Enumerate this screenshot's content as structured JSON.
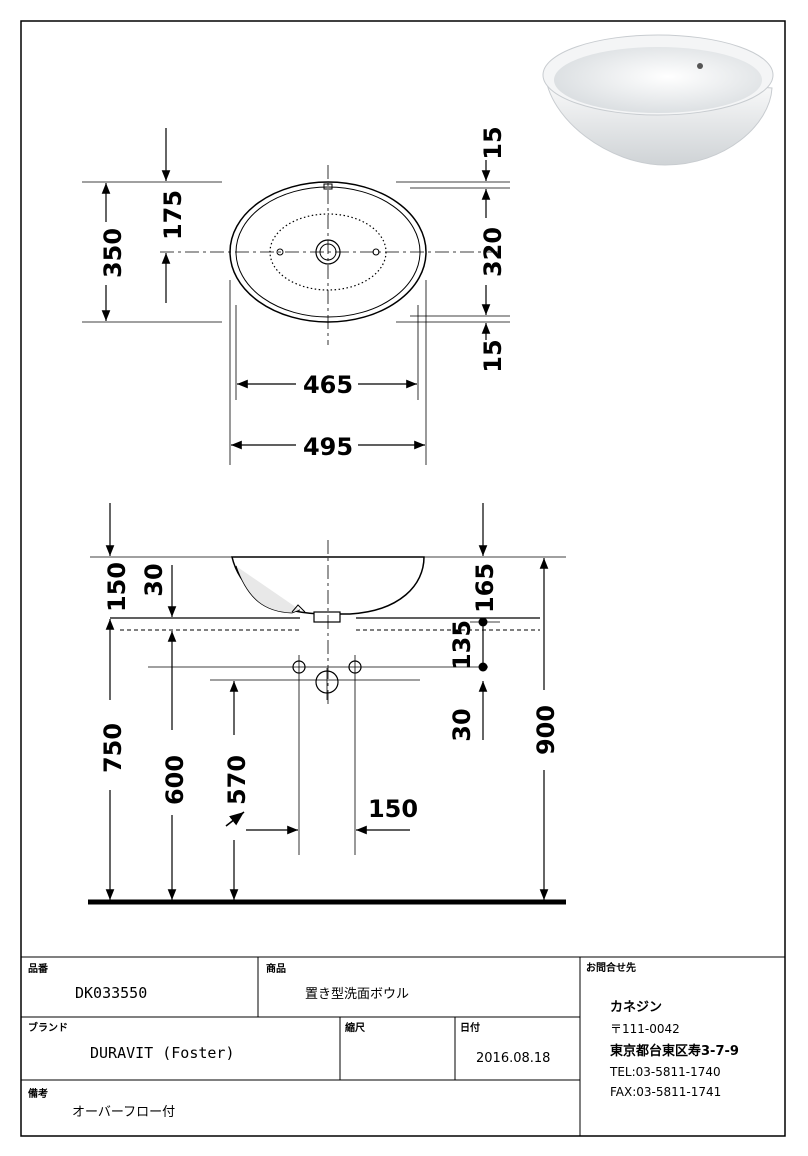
{
  "drawing": {
    "top_view": {
      "height_overall": "350",
      "half_height": "175",
      "rim_top": "15",
      "inner_height": "320",
      "rim_bottom": "15",
      "inner_width": "465",
      "outer_width": "495"
    },
    "side_view": {
      "bowl_height": "150",
      "drain_offset": "30",
      "offset_right": "165",
      "drain_height": "135",
      "pipe_offset": "30",
      "total_height": "900",
      "counter_height": "750",
      "pipe_height": "600",
      "floor_offset": "570",
      "pipe_spacing": "150"
    }
  },
  "title_block": {
    "part_no_label": "品番",
    "part_no": "DK033550",
    "product_label": "商品",
    "product": "置き型洗面ボウル",
    "brand_label": "ブランド",
    "brand": "DURAVIT (Foster)",
    "scale_label": "縮尺",
    "scale": "",
    "date_label": "日付",
    "date": "2016.08.18",
    "remarks_label": "備考",
    "remarks": "オーバーフロー付",
    "contact_label": "お問合せ先",
    "company": "カネジン",
    "postal": "〒111-0042",
    "address": "東京都台東区寿3-7-9",
    "tel": "TEL:03-5811-1740",
    "fax": "FAX:03-5811-1741"
  }
}
